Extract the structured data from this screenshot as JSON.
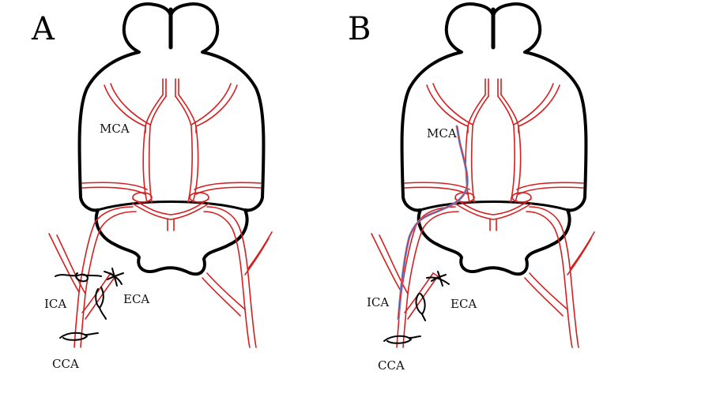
{
  "panels": [
    {
      "letter": "A",
      "labels": {
        "mca": "MCA",
        "ica": "ICA",
        "eca": "ECA",
        "cca": "CCA"
      }
    },
    {
      "letter": "B",
      "labels": {
        "mca": "MCA",
        "ica": "ICA",
        "eca": "ECA",
        "cca": "CCA"
      }
    }
  ],
  "colors": {
    "vessel": "#d42020",
    "outline": "#000000",
    "filament": "#6f8fd6"
  }
}
